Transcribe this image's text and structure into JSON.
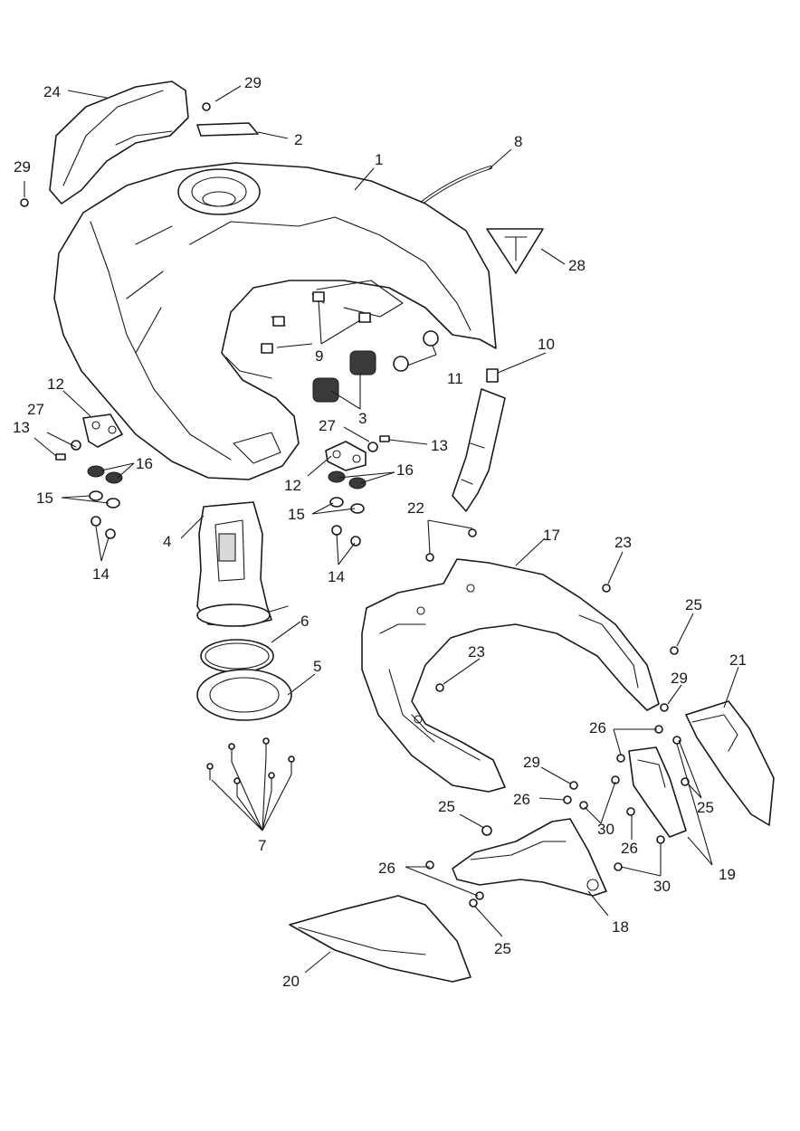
{
  "callouts": {
    "c1": "1",
    "c2": "2",
    "c3": "3",
    "c4": "4",
    "c5": "5",
    "c6": "6",
    "c7": "7",
    "c8": "8",
    "c9": "9",
    "c10": "10",
    "c11": "11",
    "c12a": "12",
    "c12b": "12",
    "c13a": "13",
    "c13b": "13",
    "c14a": "14",
    "c14b": "14",
    "c15a": "15",
    "c15b": "15",
    "c16a": "16",
    "c16b": "16",
    "c17": "17",
    "c18": "18",
    "c19": "19",
    "c20": "20",
    "c21": "21",
    "c22": "22",
    "c23a": "23",
    "c23b": "23",
    "c24": "24",
    "c25a": "25",
    "c25b": "25",
    "c25c": "25",
    "c25d": "25",
    "c26a": "26",
    "c26b": "26",
    "c26c": "26",
    "c26d": "26",
    "c27a": "27",
    "c27b": "27",
    "c28": "28",
    "c29a": "29",
    "c29b": "29",
    "c29c": "29",
    "c29d": "29",
    "c30a": "30",
    "c30b": "30"
  }
}
